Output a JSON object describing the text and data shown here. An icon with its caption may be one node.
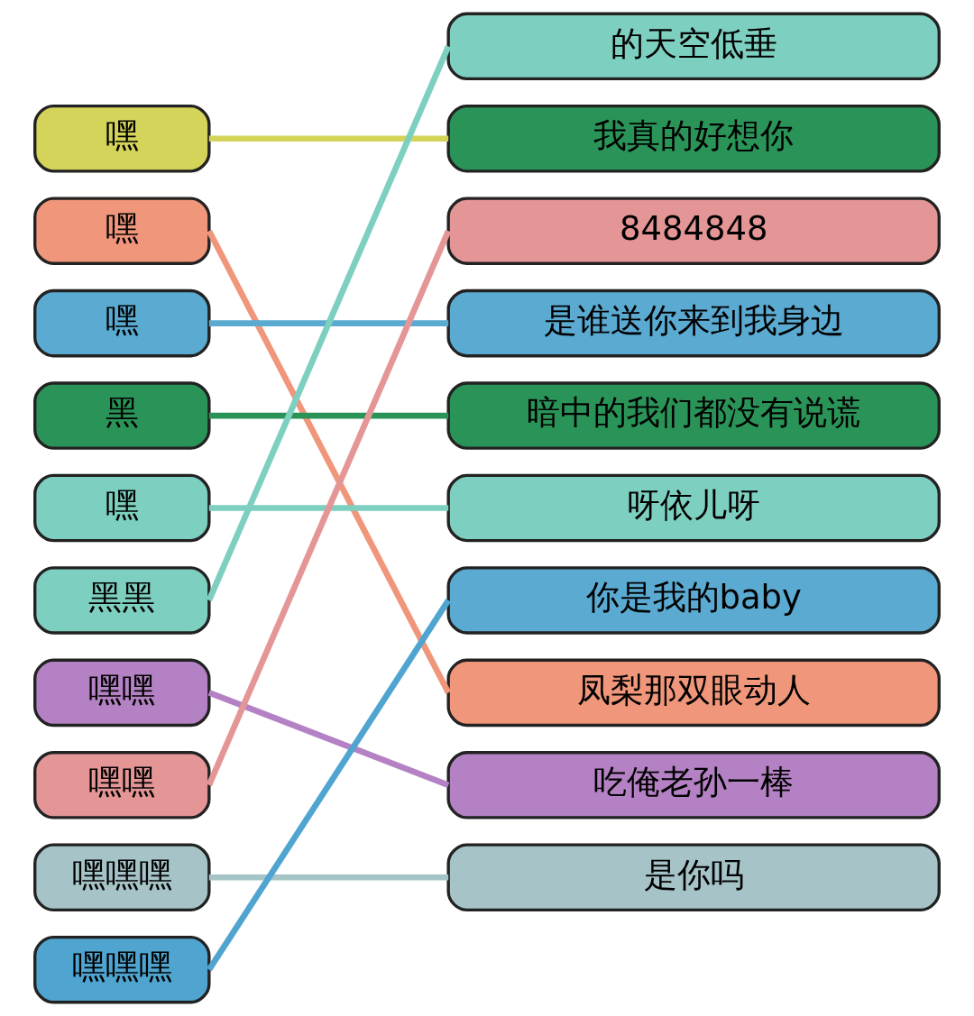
{
  "diagram": {
    "nodes": [
      {
        "text": [
          "嘿"
        ]
      },
      {
        "text": [
          "嘿"
        ]
      },
      {
        "text": [
          "嘿"
        ]
      },
      {
        "text": [
          "黑"
        ]
      },
      {
        "text": [
          "嘿"
        ]
      },
      {
        "text": [
          "黑黑"
        ]
      },
      {
        "text": [
          "嘿嘿"
        ]
      },
      {
        "text": [
          "嘿嘿"
        ]
      },
      {
        "text": [
          "嘿嘿嘿"
        ]
      },
      {
        "text": [
          "嘿嘿嘿"
        ]
      },
      {
        "text": [
          "的天空低垂"
        ]
      },
      {
        "text": [
          "我真的好想你"
        ]
      },
      {
        "text": [
          "8484848"
        ]
      },
      {
        "text": [
          "是谁送你来到我身边"
        ]
      },
      {
        "text": [
          "暗中的我们都没有说谎"
        ]
      },
      {
        "text": [
          "呀依儿呀"
        ]
      },
      {
        "text": [
          "你是我的baby"
        ]
      },
      {
        "text": [
          "凤梨那双眼动人"
        ]
      },
      {
        "text": [
          "吃俺老孙一棒"
        ]
      },
      {
        "text": [
          "是你吗"
        ]
      }
    ],
    "edges": [
      {
        "from": 0,
        "to": 11,
        "arrow": "none",
        "color": "#d4d45a"
      },
      {
        "from": 1,
        "to": 17,
        "arrow": "none",
        "color": "#f0967a"
      },
      {
        "from": 2,
        "to": 13,
        "arrow": "none",
        "color": "#5aaad2"
      },
      {
        "from": 3,
        "to": 14,
        "arrow": "none",
        "color": "#2a9458"
      },
      {
        "from": 4,
        "to": 15,
        "arrow": "none",
        "color": "#7dcfbf"
      },
      {
        "from": 5,
        "to": 10,
        "arrow": "none",
        "color": "#7dcfbf"
      },
      {
        "from": 6,
        "to": 18,
        "arrow": "none",
        "color": "#b482c4"
      },
      {
        "from": 7,
        "to": 12,
        "arrow": "none",
        "color": "#e49696"
      },
      {
        "from": 8,
        "to": 19,
        "arrow": "none",
        "color": "#a6c4c8"
      },
      {
        "from": 9,
        "to": 16,
        "arrow": "none",
        "color": "#4fa5d0"
      }
    ]
  }
}
